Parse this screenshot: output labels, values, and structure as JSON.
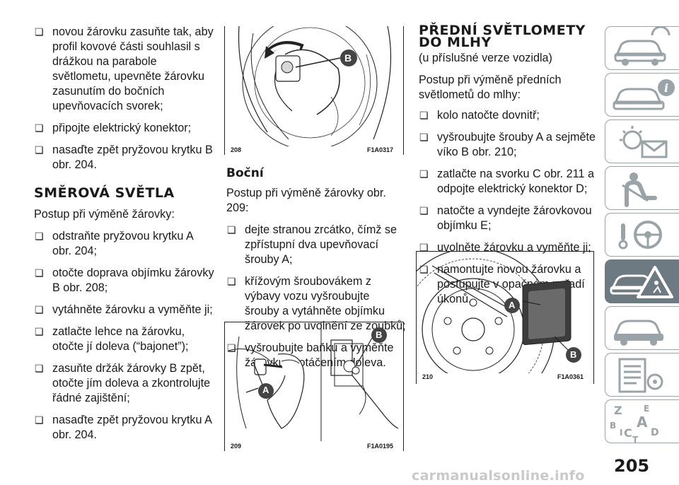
{
  "col1": {
    "bullets_top": [
      "novou žárovku zasuňte tak, aby profil kovové části souhlasil s drážkou na parabole světlometu, upevněte žárovku zasunutím do bočních upevňovacích svorek;",
      "připojte elektrický konektor;",
      "nasaďte zpět pryžovou krytku B obr. 204."
    ],
    "heading": "SMĚROVÁ SVĚTLA",
    "intro": "Postup při výměně žárovky:",
    "bullets": [
      "odstraňte pryžovou krytku A obr. 204;",
      "otočte doprava objímku žárovky B obr. 208;",
      "vytáhněte žárovku a vyměňte ji;",
      "zatlačte lehce na žárovku, otočte jí doleva (“bajonet”);",
      "zasuňte držák žárovky B zpět, otočte jím doleva a zkontrolujte řádné zajištění;",
      "nasaďte zpět pryžovou krytku A obr. 204."
    ]
  },
  "col2": {
    "fig_top": {
      "num": "208",
      "code": "F1A0317",
      "label_b": "B"
    },
    "subheading": "Boční",
    "intro": "Postup při výměně žárovky obr. 209:",
    "bullets": [
      "dejte stranou zrcátko, čímž se zpřístupní dva upevňovací šrouby A;",
      "křížovým šroubovákem z výbavy vozu vyšroubujte šrouby a vytáhněte objímku žárovek po uvolnění ze zoubků;",
      "vyšroubujte baňku a vyměňte žárovku B otáčením doleva."
    ],
    "fig_bottom": {
      "num": "209",
      "code": "F1A0195",
      "label_a": "A",
      "label_b": "B"
    }
  },
  "col3": {
    "heading": "PŘEDNÍ SVĚTLOMETY DO MLHY",
    "note": "(u příslušné verze vozidla)",
    "intro": "Postup při výměně předních světlometů do mlhy:",
    "bullets": [
      "kolo natočte dovnitř;",
      "vyšroubujte šrouby A a sejměte víko B obr. 210;",
      "zatlačte na svorku C obr. 211 a odpojte elektrický konektor D;",
      "natočte a vyndejte žárovkovou objímku E;",
      "uvolněte žárovku a vyměňte ji;",
      "namontujte novou žárovku a postupujte v opačném pořadí úkonů."
    ],
    "fig": {
      "num": "210",
      "code": "F1A0361",
      "label_a": "A",
      "label_b": "B"
    }
  },
  "sidebar": {
    "tabs": [
      {
        "icon": "car-dashboard-icon",
        "active": false
      },
      {
        "icon": "car-info-icon",
        "active": false
      },
      {
        "icon": "lights-message-icon",
        "active": false
      },
      {
        "icon": "seat-airbag-icon",
        "active": false
      },
      {
        "icon": "steering-key-icon",
        "active": false
      },
      {
        "icon": "emergency-warning-triangle-icon",
        "active": true
      },
      {
        "icon": "car-maintenance-icon",
        "active": false
      },
      {
        "icon": "technical-data-icon",
        "active": false
      },
      {
        "icon": "alphabetical-index-icon",
        "active": false
      }
    ],
    "index_letters": [
      "Z",
      "E",
      "B",
      "A",
      "I",
      "C",
      "T",
      "D"
    ]
  },
  "page_number": "205",
  "watermark": "carmanualsonline.info"
}
